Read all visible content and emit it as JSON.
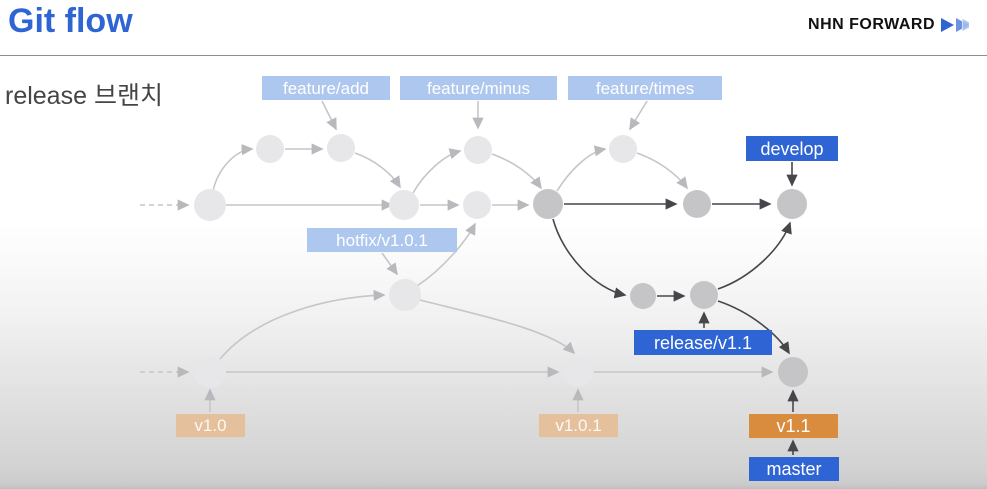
{
  "header": {
    "title": "Git flow",
    "subtitle": "release 브랜치",
    "brand": "NHN FORWARD"
  },
  "badges": {
    "feature_add": "feature/add",
    "feature_minus": "feature/minus",
    "feature_times": "feature/times",
    "hotfix": "hotfix/v1.0.1",
    "develop": "develop",
    "release": "release/v1.1",
    "v1_0": "v1.0",
    "v1_0_1": "v1.0.1",
    "v1_1": "v1.1",
    "master": "master"
  },
  "colors": {
    "accent-blue": "#2e64d4",
    "badge-light-blue": "#aec7ef",
    "badge-tan": "#e5c09c",
    "badge-orange": "#d98b3e",
    "node-light": "#e7e7e9",
    "node-dark": "#c5c5c8",
    "edge-light": "#c6c6ca",
    "edge-dark": "#47474b"
  }
}
